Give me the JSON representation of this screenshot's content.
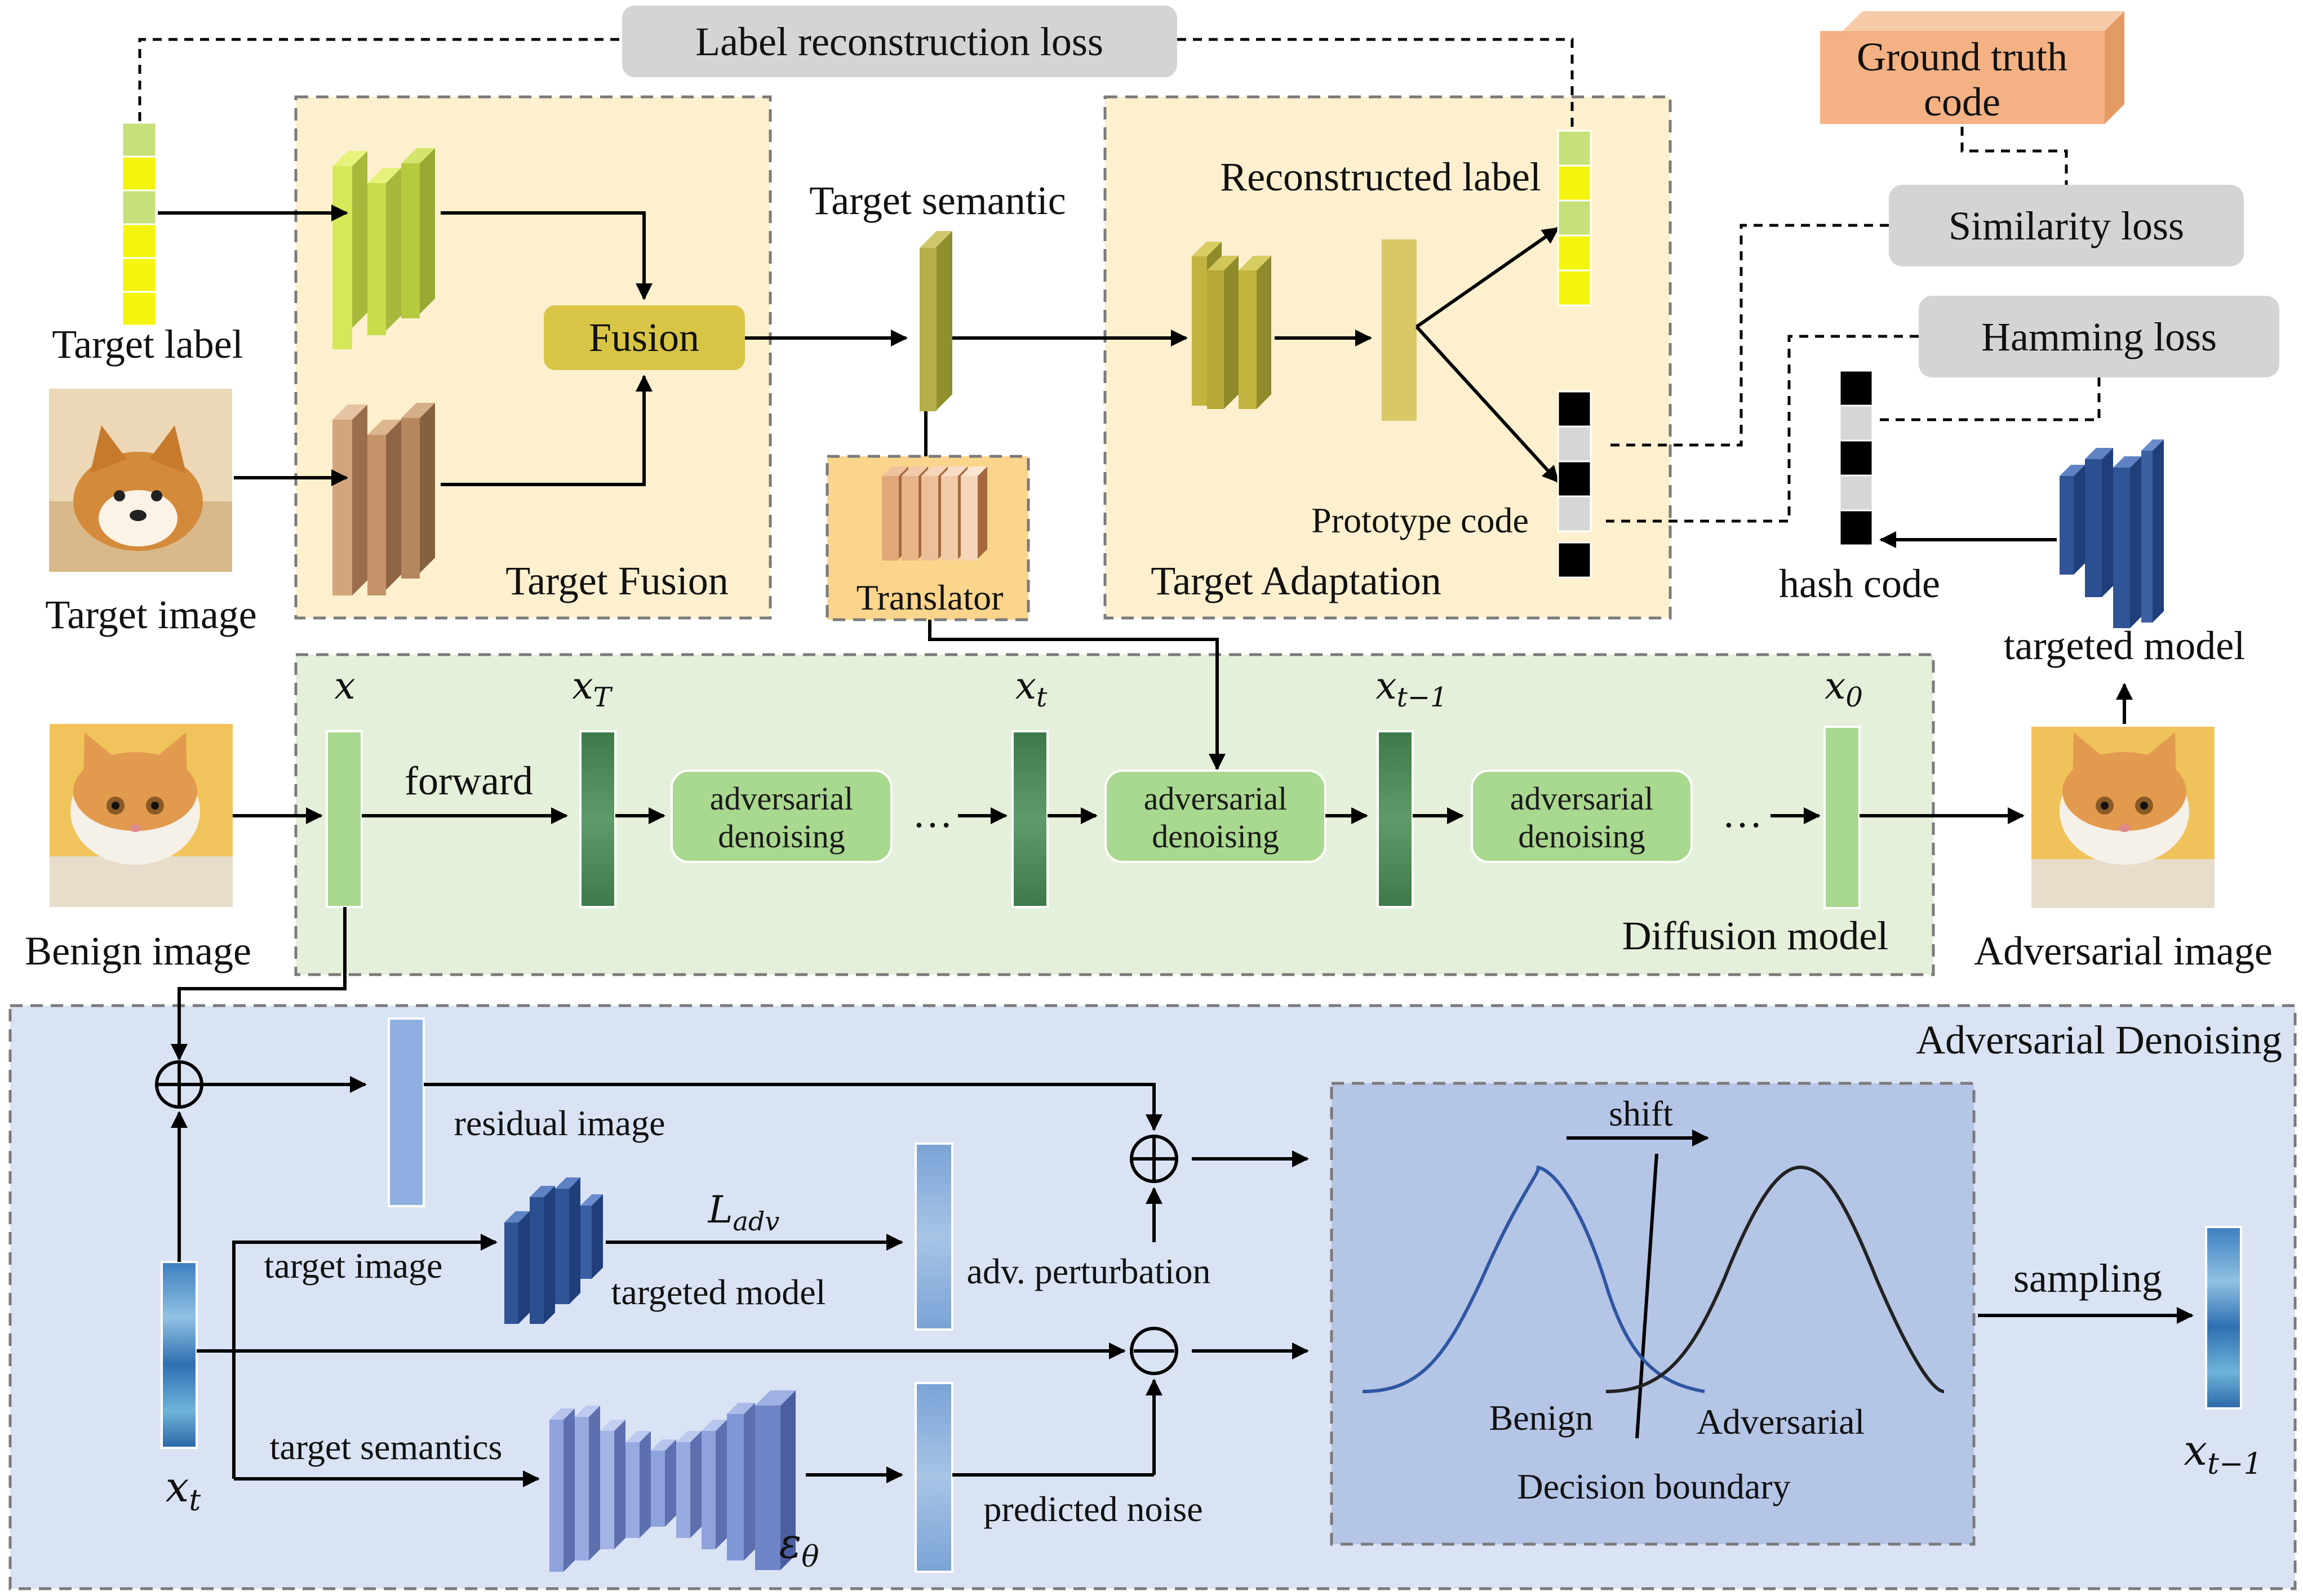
{
  "losses": {
    "label_reconstruction": "Label reconstruction loss",
    "similarity": "Similarity loss",
    "hamming": "Hamming loss"
  },
  "ground_truth": {
    "line1": "Ground truth",
    "line2": "code"
  },
  "inputs": {
    "target_label": "Target label",
    "target_image": "Target image",
    "benign_image": "Benign image",
    "adversarial_image": "Adversarial image"
  },
  "target_fusion": {
    "title": "Target Fusion",
    "fusion": "Fusion"
  },
  "target_semantic": "Target semantic",
  "translator": "Translator",
  "target_adaptation": {
    "title": "Target Adaptation",
    "reconstructed_label": "Reconstructed label",
    "prototype_code": "Prototype code"
  },
  "hash": {
    "hash_code": "hash code",
    "targeted_model": "targeted model"
  },
  "diffusion": {
    "title": "Diffusion model",
    "forward": "forward",
    "x": "x",
    "x_T": "T",
    "x_t": "t",
    "x_t1": "t−1",
    "x_0": "0",
    "denoise_line1": "adversarial",
    "denoise_line2": "denoising",
    "ellipsis": "…"
  },
  "adv_denoising": {
    "title": "Adversarial Denoising",
    "residual_image": "residual image",
    "target_image": "target image",
    "targeted_model": "targeted model",
    "l_adv": "L",
    "l_adv_sub": "adv",
    "adv_perturbation": "adv. perturbation",
    "target_semantics": "target semantics",
    "predicted_noise": "predicted noise",
    "epsilon": "ε",
    "epsilon_sub": "θ",
    "x_t_sub": "t",
    "shift": "shift",
    "benign": "Benign",
    "adversarial": "Adversarial",
    "decision_boundary": "Decision boundary",
    "sampling": "sampling",
    "x_t1_sub": "t−1"
  },
  "colors": {
    "fusion_panel": "#fdf0cf",
    "diffusion_panel": "#e4f0da",
    "adv_panel": "#d9e3f4",
    "decision_panel": "#b5c5e6",
    "pill_gray": "#d4d4d4",
    "fusion_box": "#d8c546",
    "label_yellow": "#f4f40e",
    "label_green": "#c6e07a",
    "ground_truth": "#f4b183",
    "denoise_box": "#a9d88f",
    "benign_curve": "#2f56a3",
    "adversarial_curve": "#222222"
  }
}
